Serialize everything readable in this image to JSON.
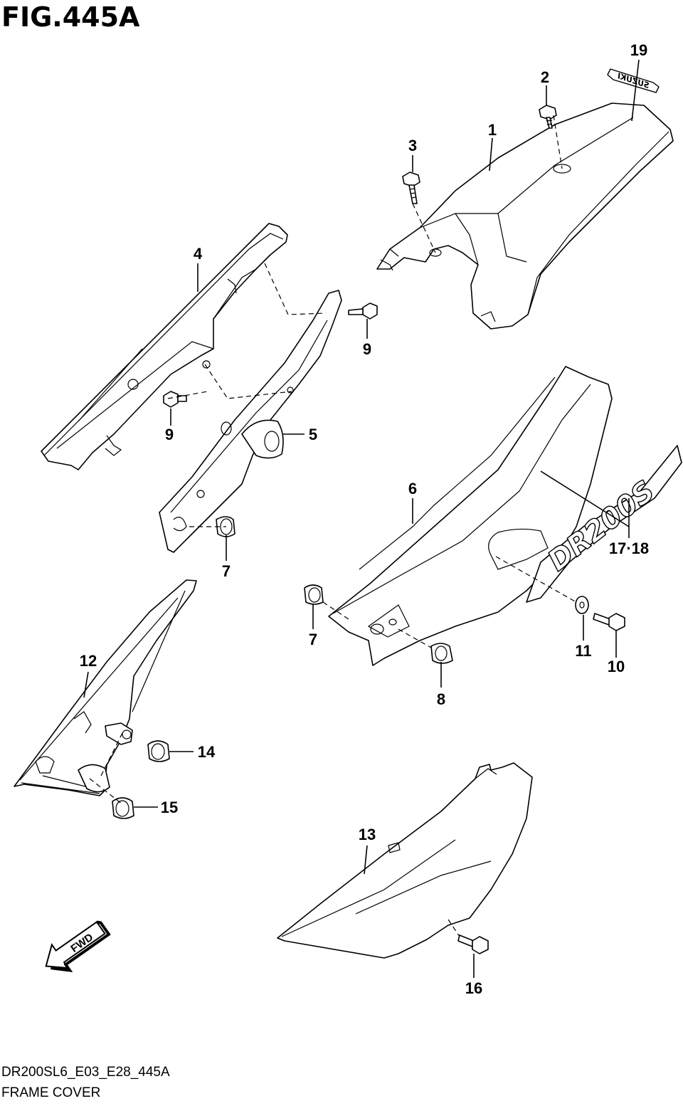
{
  "figure": {
    "title": "FIG.445A",
    "code": "DR200SL6_E03_E28_445A",
    "name": "FRAME COVER"
  },
  "callouts": [
    "1",
    "2",
    "3",
    "4",
    "5",
    "6",
    "7",
    "7",
    "8",
    "9",
    "9",
    "10",
    "11",
    "12",
    "13",
    "14",
    "15",
    "16",
    "17·18",
    "19"
  ],
  "direction_arrow": {
    "label": "FWD",
    "icon": "arrow-icon"
  },
  "emblems": {
    "seat_badge": "SUZUKI",
    "side_decal": "DR200S"
  }
}
